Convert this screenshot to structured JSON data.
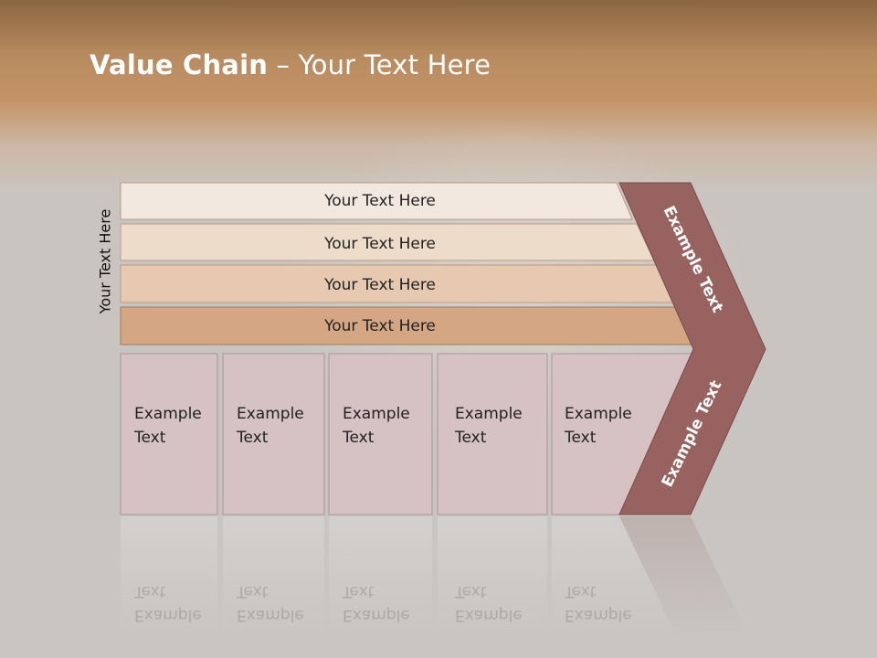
{
  "title": {
    "bold": "Value Chain",
    "rest": " – Your Text Here"
  },
  "side_label": "Your Text Here",
  "rows": [
    "Your Text Here",
    "Your Text Here",
    "Your Text Here",
    "Your Text Here"
  ],
  "boxes": [
    "Example Text",
    "Example Text",
    "Example Text",
    "Example Text",
    "Example Text"
  ],
  "chevron_top": "Example Text",
  "chevron_bottom": "Example Text",
  "colors": {
    "row1": "#f3e8df",
    "row2": "#eedcca",
    "row3": "#e6c9b0",
    "row4": "#d4a683",
    "box": "#d6c1c3",
    "chevron": "#97625f"
  }
}
